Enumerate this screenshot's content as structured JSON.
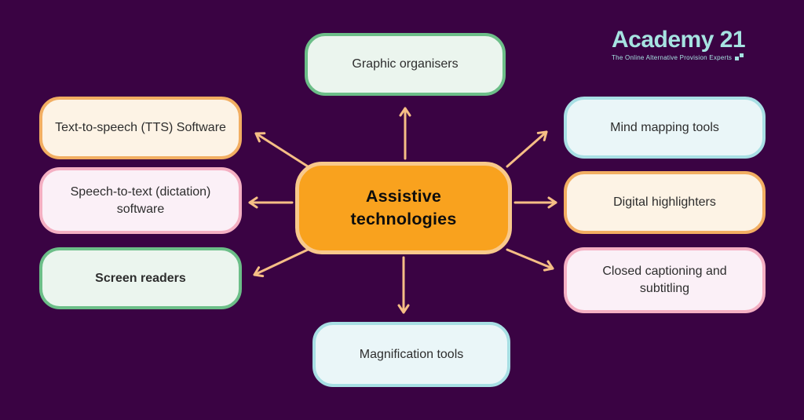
{
  "background_color": "#3A0343",
  "logo": {
    "name": "Academy 21",
    "tagline": "The Online Alternative Provision Experts",
    "color": "#A6E3E1"
  },
  "center": {
    "label": "Assistive technologies",
    "colors": {
      "bg": "#F9A21E",
      "border": "#F9C98B"
    }
  },
  "arrows": {
    "color": "#F5BE85",
    "directions": [
      "up",
      "up-right",
      "right",
      "down-right",
      "down",
      "down-left",
      "left",
      "up-left"
    ]
  },
  "nodes": [
    {
      "id": "graphic-organisers",
      "label": "Graphic organisers",
      "colors": {
        "bg": "#EBF5EE",
        "border": "#6CBE88"
      },
      "bold": false
    },
    {
      "id": "mind-mapping-tools",
      "label": "Mind mapping tools",
      "colors": {
        "bg": "#EAF6F8",
        "border": "#A8DFE4"
      },
      "bold": false
    },
    {
      "id": "digital-highlighters",
      "label": "Digital highlighters",
      "colors": {
        "bg": "#FDF3E5",
        "border": "#F2AE62"
      },
      "bold": false
    },
    {
      "id": "closed-captioning",
      "label": "Closed captioning and subtitling",
      "colors": {
        "bg": "#FBF0F7",
        "border": "#F4AFC2"
      },
      "bold": false
    },
    {
      "id": "magnification-tools",
      "label": "Magnification tools",
      "colors": {
        "bg": "#EAF6F8",
        "border": "#A8DFE4"
      },
      "bold": false
    },
    {
      "id": "screen-readers",
      "label": "Screen readers",
      "colors": {
        "bg": "#EBF5EE",
        "border": "#6CBE88"
      },
      "bold": true
    },
    {
      "id": "speech-to-text",
      "label": "Speech-to-text (dictation) software",
      "colors": {
        "bg": "#FBF0F7",
        "border": "#F4AFC2"
      },
      "bold": false
    },
    {
      "id": "text-to-speech",
      "label": "Text-to-speech (TTS) Software",
      "colors": {
        "bg": "#FDF3E5",
        "border": "#F2AE62"
      },
      "bold": false
    }
  ]
}
